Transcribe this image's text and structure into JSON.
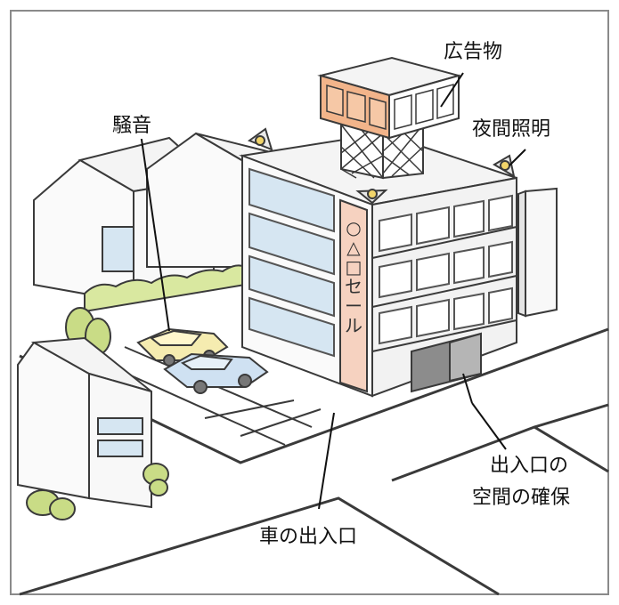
{
  "labels": {
    "billboard": "広告物",
    "night_lighting": "夜間照明",
    "noise": "騒音",
    "entrance_space": [
      "出入口の",
      "空間の確保"
    ],
    "vehicle_entrance": "車の出入口"
  },
  "building_sign": "○△□セール",
  "colors": {
    "line": "#3a3a3a",
    "frame": "#8a8a8a",
    "roof": "#f4f4f4",
    "wall": "#fafafa",
    "window_frame": "#555555",
    "window_glass": "#d6e6f2",
    "billboard_orange": "#f2b48a",
    "billboard_white": "#ffffff",
    "sign_pink": "#f6d2c0",
    "hedge": "#d9e8a0",
    "tree": "#c9dc86",
    "car_yellow": "#f5ecb0",
    "car_blue": "#cfe1f2",
    "lamp_yellow": "#f1d46a"
  }
}
